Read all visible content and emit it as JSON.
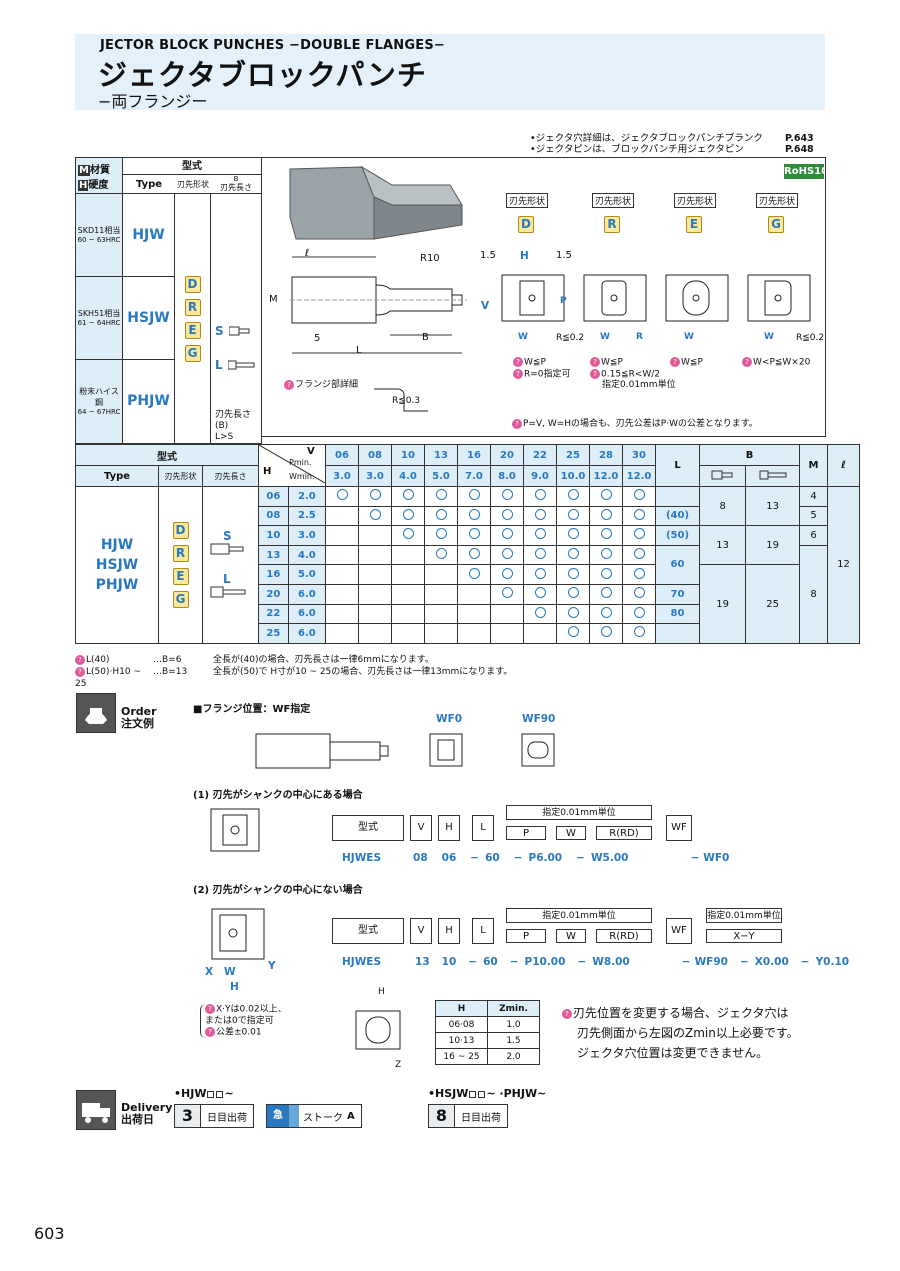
{
  "header": {
    "en": "JECTOR BLOCK PUNCHES −DOUBLE FLANGES−",
    "jp": "ジェクタブロックパンチ",
    "sub": "−両フランジー"
  },
  "refs": {
    "line1": "•ジェクタ穴詳細は、ジェクタブロックパンチブランク",
    "page1": "P.643",
    "line2": "•ジェクタピンは、ブロックパンチ用ジェクタピン",
    "page2": "P.648"
  },
  "rohs": "RoHS10",
  "spec_table": {
    "h_material": "材質",
    "h_hardness": "硬度",
    "h_model": "型式",
    "h_type": "Type",
    "h_tip_shape": "刃先形状",
    "h_b": "B",
    "h_tip_len": "刃先長さ",
    "rows": [
      {
        "material": "SKD11相当",
        "hardness": "60 ~ 63HRC",
        "type": "HJW"
      },
      {
        "material": "SKH51相当",
        "hardness": "61 ~ 64HRC",
        "type": "HSJW"
      },
      {
        "material": "粉末ハイス鋼",
        "hardness": "64 ~ 67HRC",
        "type": "PHJW"
      }
    ],
    "shapes": [
      "D",
      "R",
      "E",
      "G"
    ],
    "len_s": "S",
    "len_l": "L",
    "len_note1": "刃先長さ(B)",
    "len_note2": "L>S"
  },
  "drawing": {
    "shape_label": "刃先形状",
    "shapes": [
      "D",
      "R",
      "E",
      "G"
    ],
    "dim_l": "ℓ",
    "dim_r10": "R10",
    "dim_5": "5",
    "dim_L": "L",
    "dim_B": "B",
    "dim_m": "M",
    "dim_v": "V",
    "dim_h": "H",
    "dim_15": "1.5",
    "dim_w": "W",
    "dim_p": "P",
    "r02": "R≦0.2",
    "r_lbl": "R",
    "flange": "フランジ部詳細",
    "r03": "R≦0.3",
    "cond_d1": "W≦P",
    "cond_d2": "R=0指定可",
    "cond_r1": "W≦P",
    "cond_r2": "0.15≦R<W/2",
    "cond_r3": "指定0.01mm単位",
    "cond_e": "W≦P",
    "cond_g": "W<P≦W×20",
    "tolnote": "P=V, W=Hの場合も、刃先公差はP·Wの公差となります。"
  },
  "size_table": {
    "h_model": "型式",
    "h_type": "Type",
    "h_tip": "刃先形状",
    "h_b": "B",
    "h_len": "刃先長さ",
    "h_v": "V",
    "h_pmin": "Pmin.",
    "h_h": "H",
    "h_wmin": "Wmin.",
    "v": [
      "06",
      "08",
      "10",
      "13",
      "16",
      "20",
      "22",
      "25",
      "28",
      "30"
    ],
    "pmin": [
      "3.0",
      "3.0",
      "4.0",
      "5.0",
      "7.0",
      "8.0",
      "9.0",
      "10.0",
      "12.0",
      "12.0"
    ],
    "h": [
      "06",
      "08",
      "10",
      "13",
      "16",
      "20",
      "22",
      "25"
    ],
    "wmin": [
      "2.0",
      "2.5",
      "3.0",
      "4.0",
      "5.0",
      "6.0",
      "6.0",
      "6.0"
    ],
    "start": [
      0,
      1,
      2,
      3,
      4,
      5,
      6,
      7
    ],
    "types": [
      "HJW",
      "HSJW",
      "PHJW"
    ],
    "len_s": "S",
    "len_l": "L",
    "h_L": "L",
    "L": [
      "(40)",
      "(50)",
      "60",
      "70",
      "80"
    ],
    "B": [
      [
        "8",
        "13"
      ],
      [
        "13",
        "19"
      ],
      [
        "19",
        "25"
      ]
    ],
    "h_M": "M",
    "M": [
      "4",
      "5",
      "6",
      "8"
    ],
    "h_ell": "ℓ",
    "ell": "12"
  },
  "notes": [
    {
      "a": "L(40)",
      "b": "…B=6",
      "c": "全長が(40)の場合、刃先長さは一律6mmになります。"
    },
    {
      "a": "L(50)·H10 ~ 25",
      "b": "…B=13",
      "c": "全長が(50)で H寸が10 ~ 25の場合、刃先長さは一律13mmになります。"
    }
  ],
  "order": {
    "label_en": "Order",
    "label_jp": "注文例",
    "wf_title": "■フランジ位置：WF指定",
    "wf0": "WF0",
    "wf90": "WF90",
    "case1": "(1) 刃先がシャンクの中心にある場合",
    "case2": "(2) 刃先がシャンクの中心にない場合",
    "model": "型式",
    "v": "V",
    "h": "H",
    "l": "L",
    "p": "P",
    "w": "W",
    "r": "R",
    "rd": "(RD)",
    "wf": "WF",
    "xy": "X−Y",
    "unit": "指定0.01mm単位",
    "dash": "−",
    "ex1": [
      "HJWES",
      "08",
      "06",
      "−",
      "60",
      "−",
      "P6.00",
      "−",
      "W5.00",
      "−",
      "WF0"
    ],
    "ex2": [
      "HJWES",
      "13",
      "10",
      "−",
      "60",
      "−",
      "P10.00",
      "−",
      "W8.00",
      "−",
      "WF90",
      "−",
      "X0.00",
      "−",
      "Y0.10"
    ],
    "xy_note1": "X·Yは0.02以上、",
    "xy_note2": "または0で指定可",
    "xy_note3": "公差±0.01",
    "lbl_x": "X",
    "lbl_y": "Y",
    "lbl_z": "Z"
  },
  "zmin": {
    "h_h": "H",
    "h_z": "Zmin.",
    "rows": [
      [
        "06·08",
        "1.0"
      ],
      [
        "10·13",
        "1.5"
      ],
      [
        "16 ~ 25",
        "2.0"
      ]
    ],
    "note1": "刃先位置を変更する場合、ジェクタ穴は",
    "note2": "刃先側面から左図のZmin以上必要です。",
    "note3": "ジェクタ穴位置は変更できません。"
  },
  "delivery": {
    "label_en": "Delivery",
    "label_jp": "出荷日",
    "g1": "•HJW",
    "g1b": "~",
    "d1": "3",
    "d1t": "日目出荷",
    "exp": "急",
    "stroke": "ストーク",
    "a": "A",
    "g2": "•HSJW",
    "g2b": "~ ·PHJW",
    "g2c": "~",
    "d2": "8",
    "d2t": "日目出荷"
  },
  "page": "603"
}
